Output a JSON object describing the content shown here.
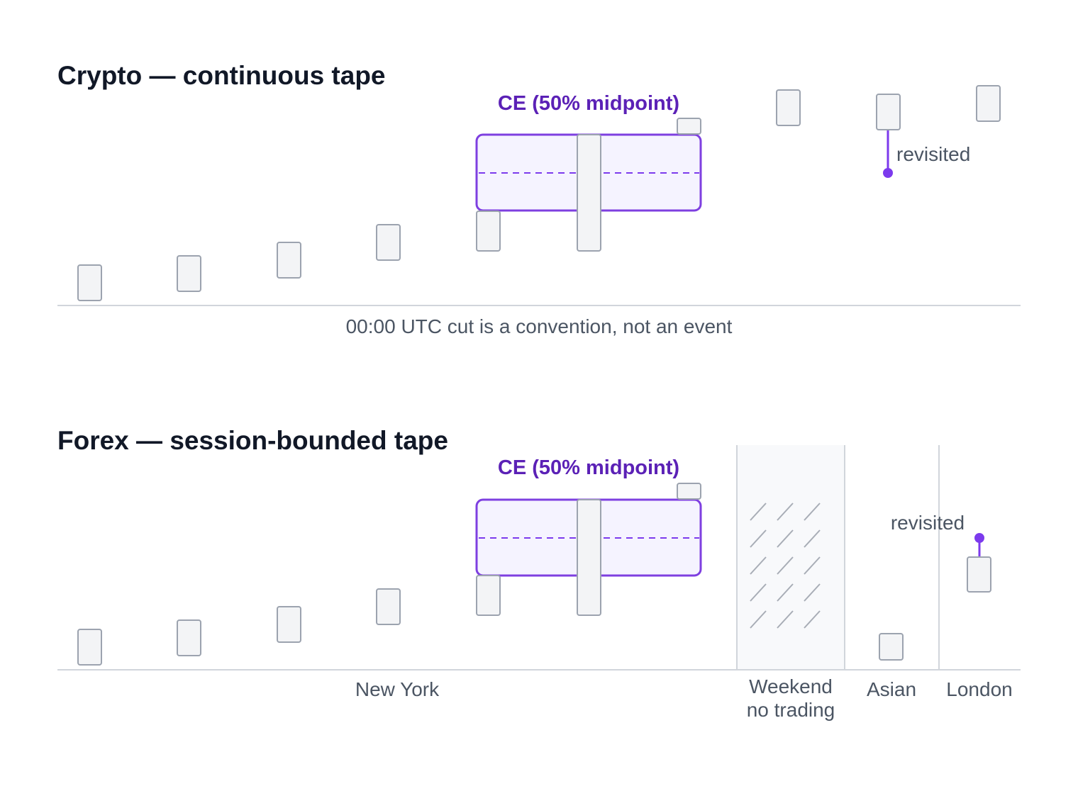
{
  "panels": [
    {
      "title": "Crypto — continuous tape",
      "ce_label": "CE (50% midpoint)",
      "revisit_label": "revisited",
      "caption": "00:00 UTC cut is a convention, not an event",
      "sessions": []
    },
    {
      "title": "Forex — session-bounded tape",
      "ce_label": "CE (50% midpoint)",
      "revisit_label": "revisited",
      "weekend_line1": "Weekend",
      "weekend_line2": "no trading",
      "sessions": [
        "New York",
        "Asian",
        "London"
      ]
    }
  ],
  "colors": {
    "accent": "#7c3aed",
    "zone_fill": "#f5f3ff",
    "candle_fill": "#f3f4f6",
    "candle_stroke": "#9ca3af"
  }
}
